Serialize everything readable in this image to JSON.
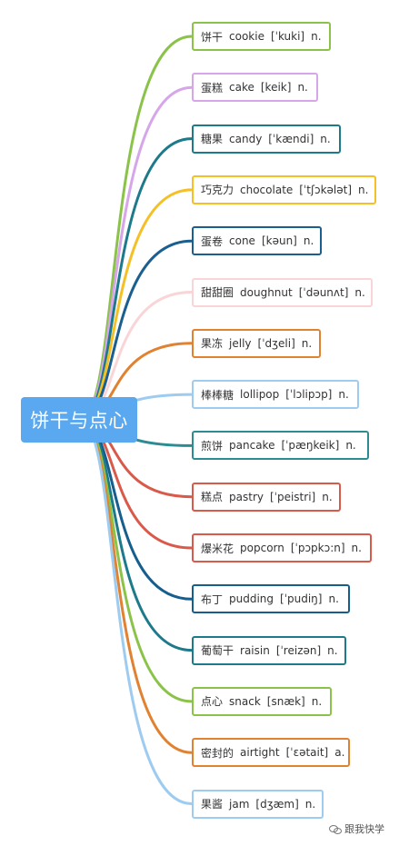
{
  "root": {
    "label": "饼干与点心"
  },
  "items": [
    {
      "zh": "饼干",
      "en": "cookie",
      "ipa": "[ˈkuki]",
      "pos": "n.",
      "color": "#8bc34a",
      "width": 153
    },
    {
      "zh": "蛋糕",
      "en": "cake",
      "ipa": "[keik]",
      "pos": "n.",
      "color": "#d7a6ea",
      "width": 139
    },
    {
      "zh": "糖果",
      "en": "candy",
      "ipa": "[ˈkændi]",
      "pos": "n.",
      "color": "#1d7a8a",
      "width": 164
    },
    {
      "zh": "巧克力",
      "en": "chocolate",
      "ipa": "[ˈtʃɔkələt]",
      "pos": "n.",
      "color": "#f5c026",
      "width": 203
    },
    {
      "zh": "蛋卷",
      "en": "cone",
      "ipa": "[kəun]",
      "pos": "n.",
      "color": "#1a5f8f",
      "width": 143
    },
    {
      "zh": "甜甜圈",
      "en": "doughnut",
      "ipa": "[ˈdəunʌt]",
      "pos": "n.",
      "color": "#f9d5d8",
      "width": 199
    },
    {
      "zh": "果冻",
      "en": "jelly",
      "ipa": "[ˈdʒeli]",
      "pos": "n.",
      "color": "#e08231",
      "width": 142
    },
    {
      "zh": "棒棒糖",
      "en": "lollipop",
      "ipa": "[ˈlɔlipɔp]",
      "pos": "n.",
      "color": "#9ecbf0",
      "width": 184
    },
    {
      "zh": "煎饼",
      "en": "pancake",
      "ipa": "[ˈpæŋkeik]",
      "pos": "n.",
      "color": "#2c8c92",
      "width": 195
    },
    {
      "zh": "糕点",
      "en": "pastry",
      "ipa": "[ˈpeistri]",
      "pos": "n.",
      "color": "#d95a4a",
      "width": 164
    },
    {
      "zh": "爆米花",
      "en": "popcorn",
      "ipa": "[ˈpɔpkɔ:n]",
      "pos": "n.",
      "color": "#d95a4a",
      "width": 198
    },
    {
      "zh": "布丁",
      "en": "pudding",
      "ipa": "[ˈpudiŋ]",
      "pos": "n.",
      "color": "#165e8d",
      "width": 174
    },
    {
      "zh": "葡萄干",
      "en": "raisin",
      "ipa": "[ˈreizən]",
      "pos": "n.",
      "color": "#1d7a8a",
      "width": 170
    },
    {
      "zh": "点心",
      "en": "snack",
      "ipa": "[snæk]",
      "pos": "n.",
      "color": "#8bc34a",
      "width": 154
    },
    {
      "zh": "密封的",
      "en": "airtight",
      "ipa": "[ˈɛətait]",
      "pos": "a.",
      "color": "#e08231",
      "width": 174
    },
    {
      "zh": "果酱",
      "en": "jam",
      "ipa": "[dʒæm]",
      "pos": "n.",
      "color": "#9ecbf0",
      "width": 145
    }
  ],
  "watermark": {
    "text": "跟我快学"
  }
}
